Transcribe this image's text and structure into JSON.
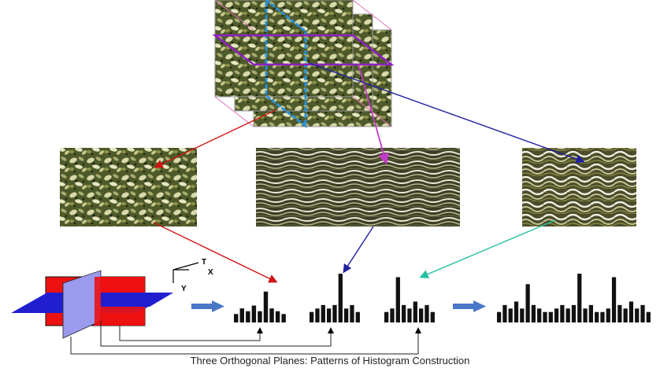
{
  "axes": {
    "t": "T",
    "x": "X",
    "y": "Y"
  },
  "caption": "Three Orthogonal Planes: Patterns of Histogram Construction",
  "colors": {
    "red_plane": "#ee1111",
    "blue_plane": "#1f1fd0",
    "lavender_plane": "#9a9aee",
    "arrow_red": "#d01414",
    "arrow_magenta": "#c03cc8",
    "arrow_navy": "#2020a0",
    "arrow_teal": "#20c0a0",
    "flow_arrow": "#4a78c8",
    "foliage": "#4e5a2a"
  },
  "histograms": [
    {
      "name": "histogram-xy",
      "values": [
        3,
        5,
        4,
        6,
        4,
        11,
        5,
        4,
        3
      ]
    },
    {
      "name": "histogram-xt",
      "values": [
        3,
        4,
        5,
        4,
        5,
        14,
        4,
        5,
        3
      ]
    },
    {
      "name": "histogram-yt",
      "values": [
        3,
        4,
        13,
        5,
        4,
        6,
        4,
        5,
        3
      ]
    },
    {
      "name": "histogram-concatenated",
      "values": [
        3,
        5,
        4,
        6,
        4,
        11,
        5,
        4,
        3,
        3,
        4,
        5,
        4,
        5,
        14,
        4,
        5,
        3,
        3,
        4,
        13,
        5,
        4,
        6,
        4,
        5,
        3
      ]
    }
  ]
}
